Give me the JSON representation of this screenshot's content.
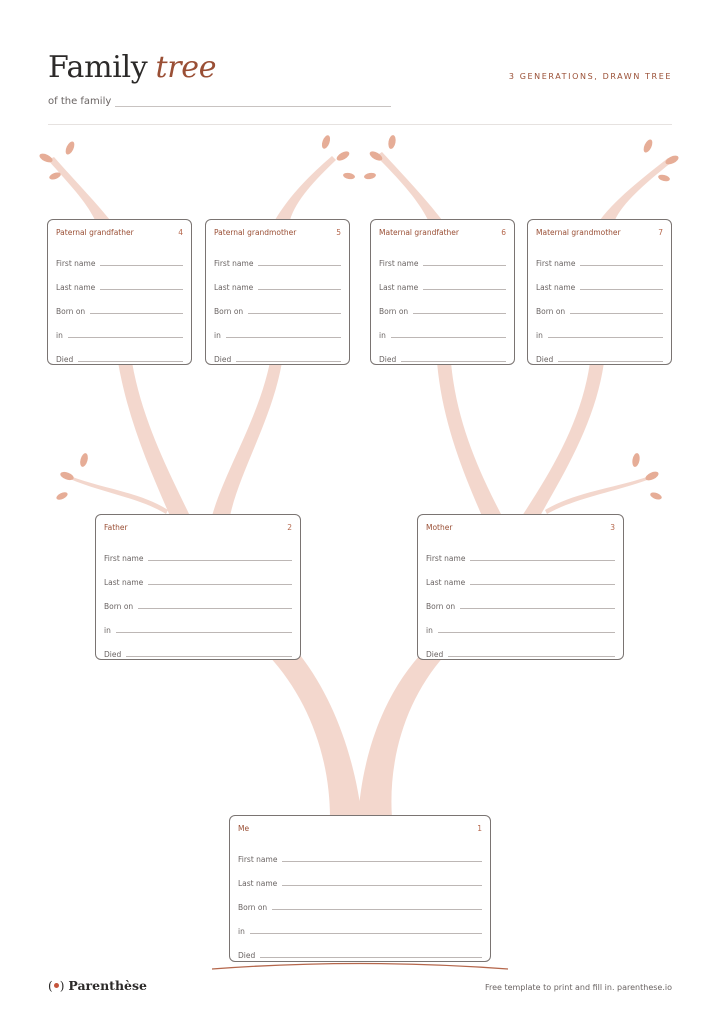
{
  "header": {
    "title_main": "Family",
    "title_accent": "tree",
    "subtitle": "of the family",
    "tagline": "3 GENERATIONS, DRAWN TREE"
  },
  "field_labels": [
    "First name",
    "Last name",
    "Born on",
    "in",
    "Died"
  ],
  "cards": {
    "paternal_grandfather": {
      "title": "Paternal grandfather",
      "number": "4"
    },
    "paternal_grandmother": {
      "title": "Paternal grandmother",
      "number": "5"
    },
    "maternal_grandfather": {
      "title": "Maternal grandfather",
      "number": "6"
    },
    "maternal_grandmother": {
      "title": "Maternal grandmother",
      "number": "7"
    },
    "father": {
      "title": "Father",
      "number": "2"
    },
    "mother": {
      "title": "Mother",
      "number": "3"
    },
    "me": {
      "title": "Me",
      "number": "1"
    }
  },
  "footer": {
    "brand": "Parenthèse",
    "note": "Free template to print and fill in. parenthese.io"
  },
  "colors": {
    "accent": "#9a4f35",
    "branch": "#f3d7cd",
    "leaf": "#e6ad97",
    "ground": "#b5674c",
    "logo_dot": "#c5553c"
  }
}
